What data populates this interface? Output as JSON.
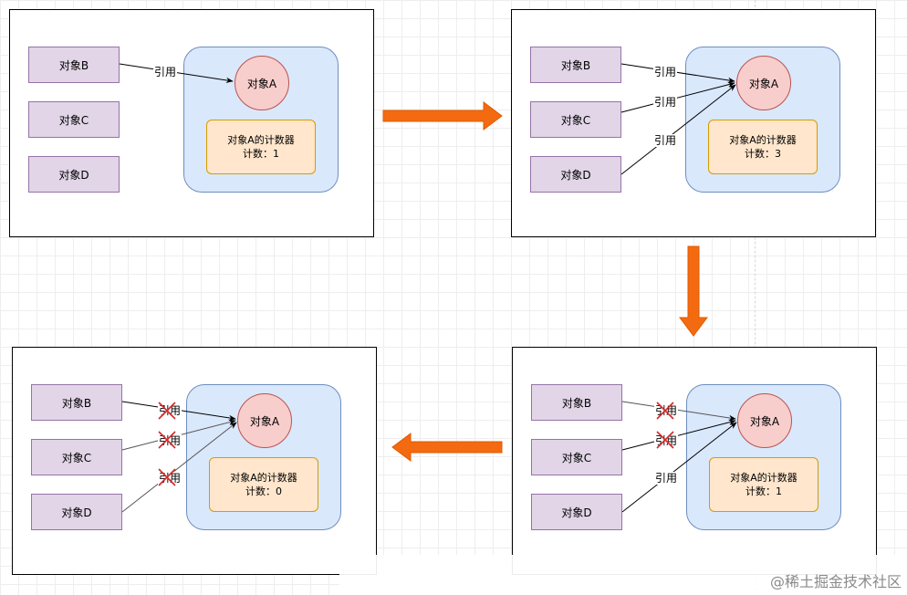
{
  "panels": [
    {
      "id": "p1",
      "objects": [
        "对象B",
        "对象C",
        "对象D"
      ],
      "target": "对象A",
      "counter_title": "对象A的计数器",
      "counter_value": "计数：1",
      "links": [
        {
          "label": "引用",
          "active": true
        }
      ]
    },
    {
      "id": "p2",
      "objects": [
        "对象B",
        "对象C",
        "对象D"
      ],
      "target": "对象A",
      "counter_title": "对象A的计数器",
      "counter_value": "计数：3",
      "links": [
        {
          "label": "引用",
          "active": true
        },
        {
          "label": "引用",
          "active": true
        },
        {
          "label": "引用",
          "active": true
        }
      ]
    },
    {
      "id": "p3",
      "objects": [
        "对象B",
        "对象C",
        "对象D"
      ],
      "target": "对象A",
      "counter_title": "对象A的计数器",
      "counter_value": "计数：0",
      "links": [
        {
          "label": "引用",
          "active": false
        },
        {
          "label": "引用",
          "active": false
        },
        {
          "label": "引用",
          "active": false
        }
      ]
    },
    {
      "id": "p4",
      "objects": [
        "对象B",
        "对象C",
        "对象D"
      ],
      "target": "对象A",
      "counter_title": "对象A的计数器",
      "counter_value": "计数：1",
      "links": [
        {
          "label": "引用",
          "active": false
        },
        {
          "label": "引用",
          "active": false
        },
        {
          "label": "引用",
          "active": true
        }
      ]
    }
  ],
  "colors": {
    "flow_arrow": "#f46a10",
    "removed_mark": "#d62828",
    "link_removed": "#555555"
  },
  "watermark": "@稀土掘金技术社区"
}
